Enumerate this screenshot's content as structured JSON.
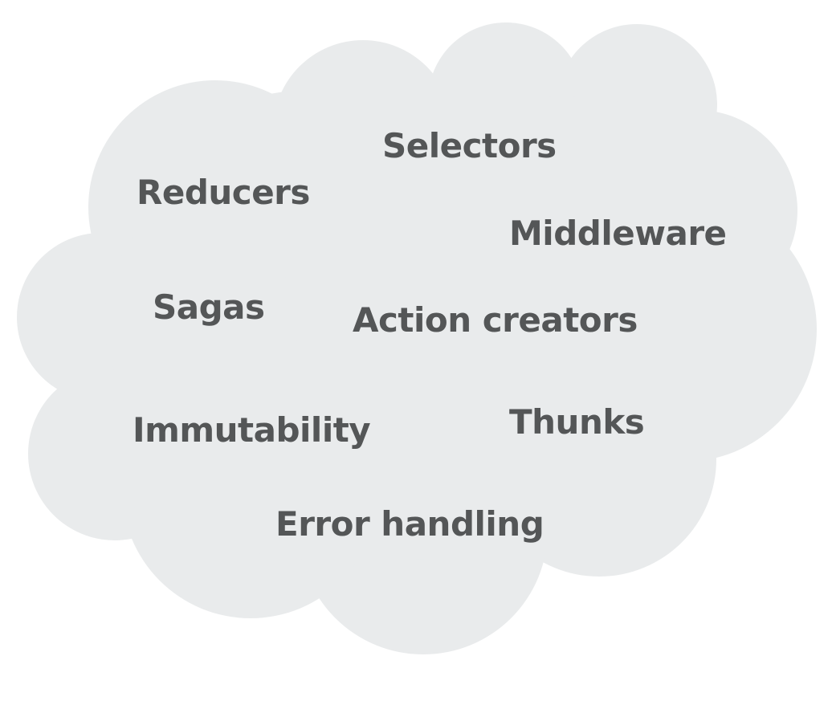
{
  "cloud": {
    "fill_color": "#e9ebec",
    "text_color": "#545657",
    "terms": {
      "selectors": "Selectors",
      "reducers": "Reducers",
      "middleware": "Middleware",
      "sagas": "Sagas",
      "action_creators": "Action creators",
      "thunks": "Thunks",
      "immutability": "Immutability",
      "error_handling": "Error handling"
    }
  }
}
